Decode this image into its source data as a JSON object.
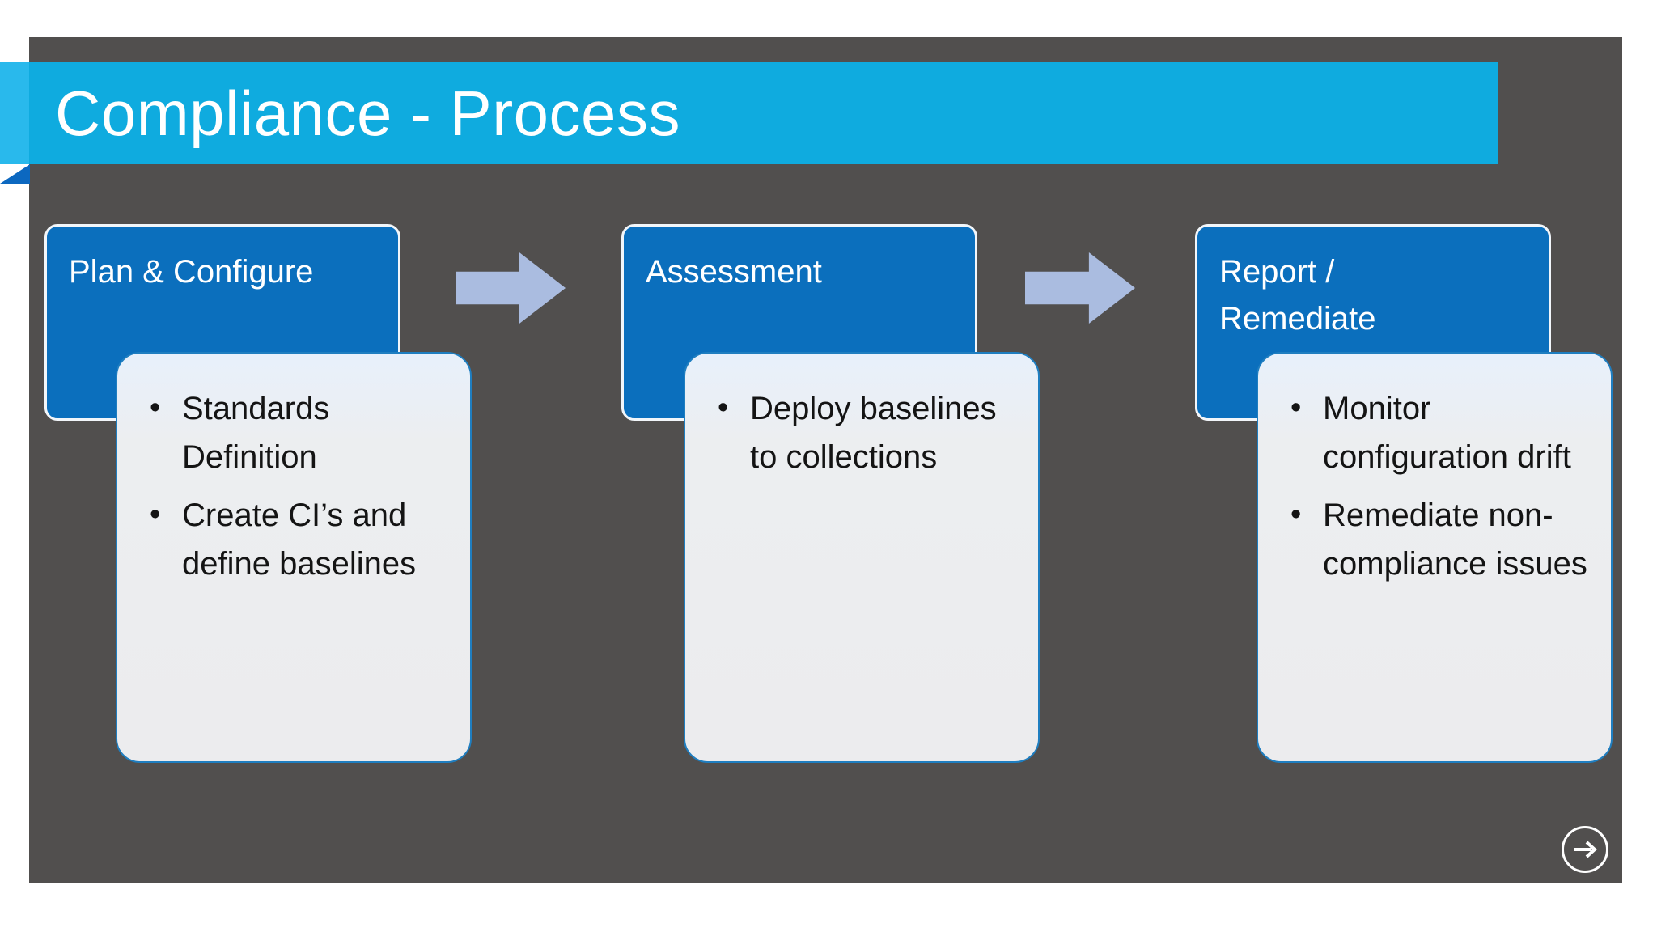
{
  "slide": {
    "title": "Compliance - Process",
    "background_color": "#514f4e",
    "ribbon_color": "#0fabdf",
    "ribbon_overhang_color": "#29b9ec",
    "ribbon_fold_color": "#0c68c0",
    "accent_box_color": "#0b6fbd",
    "arrow_color": "#aabce0",
    "card_border_color": "#1f7ec0"
  },
  "process": {
    "steps": [
      {
        "label": "Plan & Configure",
        "bullets": [
          "Standards Definition",
          "Create CI’s and define baselines"
        ]
      },
      {
        "label": "Assessment",
        "bullets": [
          "Deploy baselines to collections"
        ]
      },
      {
        "label": "Report /\nRemediate",
        "bullets": [
          "Monitor configuration drift",
          "Remediate non-compliance issues"
        ]
      }
    ],
    "connectors": [
      {
        "name": "arrow-right"
      },
      {
        "name": "arrow-right"
      }
    ]
  },
  "navigation": {
    "next_icon": "arrow-right-circle-icon"
  }
}
